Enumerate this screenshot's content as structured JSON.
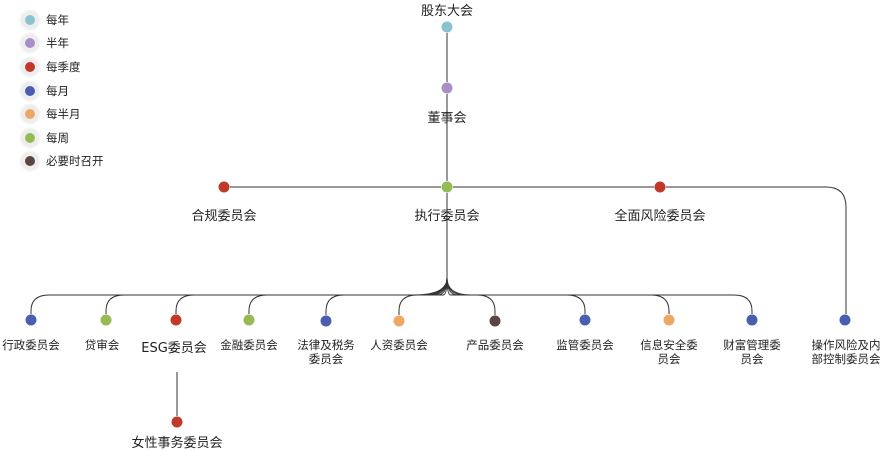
{
  "legend": [
    {
      "label": "每年",
      "color": "#89c3d1"
    },
    {
      "label": "半年",
      "color": "#a98fc8"
    },
    {
      "label": "每季度",
      "color": "#c0392b"
    },
    {
      "label": "每月",
      "color": "#4a5eb0"
    },
    {
      "label": "每半月",
      "color": "#eea866"
    },
    {
      "label": "每周",
      "color": "#95bb54"
    },
    {
      "label": "必要时召开",
      "color": "#5a4640"
    }
  ],
  "nodes": {
    "gudong": {
      "label": "股东大会",
      "freq": "每年"
    },
    "dongshi": {
      "label": "董事会",
      "freq": "半年"
    },
    "hegui": {
      "label": "合规委员会",
      "freq": "每季度"
    },
    "zhixing": {
      "label": "执行委员会",
      "freq": "每周"
    },
    "quanmian": {
      "label": "全面风险委员会",
      "freq": "每季度"
    },
    "xingzheng": {
      "label": "行政委员会",
      "freq": "每月"
    },
    "daishen": {
      "label": "贷审会",
      "freq": "每周"
    },
    "esg": {
      "label": "ESG委员会",
      "freq": "每季度"
    },
    "jinrong": {
      "label": "金融委员会",
      "freq": "每周"
    },
    "falv": {
      "label": "法律及税务委员会",
      "freq": "每月"
    },
    "renzi": {
      "label": "人资委员会",
      "freq": "每半月"
    },
    "chanpin": {
      "label": "产品委员会",
      "freq": "必要时召开"
    },
    "jianguan": {
      "label": "监管委员会",
      "freq": "每月"
    },
    "xinxi": {
      "label": "信息安全委员会",
      "freq": "每半月"
    },
    "caifu": {
      "label": "财富管理委员会",
      "freq": "每月"
    },
    "caozuo": {
      "label": "操作风险及内部控制委员会",
      "freq": "每月"
    },
    "nvxing": {
      "label": "女性事务委员会",
      "freq": "每季度"
    }
  }
}
